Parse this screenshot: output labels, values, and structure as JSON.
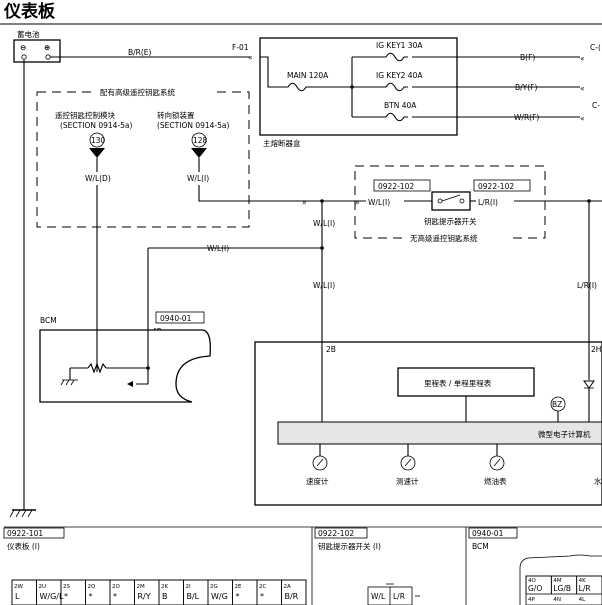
{
  "page_title": "仪表板",
  "battery": {
    "label": "蓄电池",
    "minus": "⊖",
    "plus": "⊕"
  },
  "top_wires": {
    "battery_wire": "B/R(E)",
    "f01": "F-01",
    "b_f": "B(F)",
    "by_f": "B/Y(F)",
    "wr_f": "W/R(F)",
    "c_right_1": "C-(",
    "c_right_2": "C-"
  },
  "fuse_box": {
    "label": "主熔断器盒",
    "main": "MAIN 120A",
    "ig1": "IG KEY1 30A",
    "ig2": "IG KEY2 40A",
    "btn": "BTN 40A"
  },
  "keyless_area": {
    "title": "配有高级遥控钥匙系统",
    "module1": "遥控钥匙控制模块",
    "module1_section": "(SECTION 0914-5a)",
    "module1_num": "130",
    "module2": "转向锁装置",
    "module2_section": "(SECTION 0914-5a)",
    "module2_num": "128",
    "wire1": "W/L(D)",
    "wire2": "W/L(I)"
  },
  "key_switch_area": {
    "conn1": "0922-102",
    "conn2": "0922-102",
    "wire_left": "W/L(I)",
    "wire_right": "L/R(I)",
    "switch_label": "钥匙提示器开关",
    "system_label": "无高级遥控钥匙系统"
  },
  "mid_wires": {
    "wl1": "W/L(I)",
    "wl2": "W/L(I)",
    "wl3": "W/L(I)",
    "lr": "L/R(I)"
  },
  "bcm": {
    "label": "BCM",
    "conn": "0940-01",
    "pin": "4P"
  },
  "meter": {
    "pin_2b": "2B",
    "pin_2h": "2H",
    "odometer": "里程表 / 单程里程表",
    "bz": "BZ",
    "computer": "微型电子计算机",
    "speedometer": "速度计",
    "tachometer": "测速计",
    "fuel": "燃油表",
    "extra": "水"
  },
  "bottom": {
    "conn1": "0922-101",
    "title1": "仪表板 (I)",
    "conn2": "0922-102",
    "title2": "钥匙提示器开关 (I)",
    "conn3": "0940-01",
    "title3": "BCM",
    "panel_pins": [
      {
        "id": "2W",
        "w": "L"
      },
      {
        "id": "2U",
        "w": "W/G/L"
      },
      {
        "id": "2S",
        "w": "*"
      },
      {
        "id": "2Q",
        "w": "*"
      },
      {
        "id": "2O",
        "w": "*"
      },
      {
        "id": "2M",
        "w": "R/Y"
      },
      {
        "id": "2K",
        "w": "B"
      },
      {
        "id": "2I",
        "w": "B/L"
      },
      {
        "id": "2G",
        "w": "W/G"
      },
      {
        "id": "2E",
        "w": "*"
      },
      {
        "id": "2C",
        "w": "*"
      },
      {
        "id": "2A",
        "w": "B/R"
      }
    ],
    "switch_pins": [
      "W/L",
      "L/R"
    ],
    "bcm_pins": [
      {
        "id": "4O",
        "w": "G/O"
      },
      {
        "id": "4M",
        "w": "LG/B"
      },
      {
        "id": "4K",
        "w": "L/R"
      }
    ],
    "bcm_row2": [
      "4P",
      "4N",
      "4L"
    ]
  }
}
